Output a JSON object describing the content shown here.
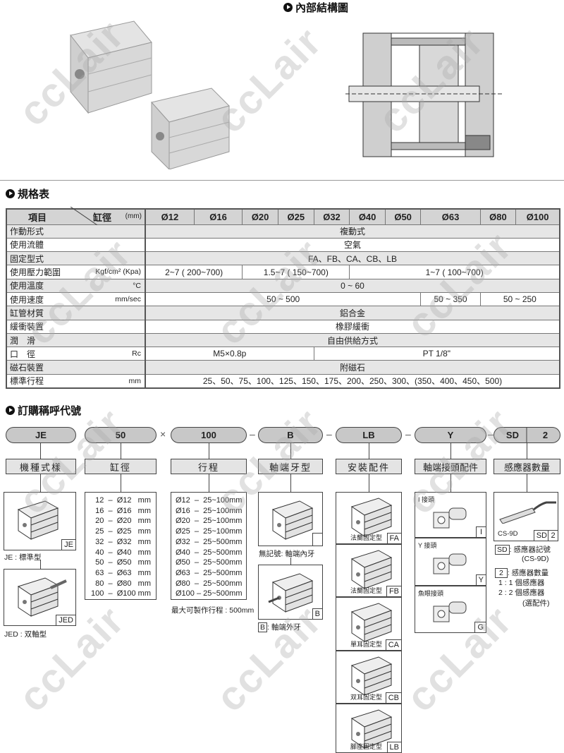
{
  "header": {
    "structure_title": "內部結構圖"
  },
  "spec": {
    "title": "規格表",
    "header_item": "項目",
    "header_bore": "缸徑",
    "header_unit": "(mm)",
    "bores": [
      "Ø12",
      "Ø16",
      "Ø20",
      "Ø25",
      "Ø32",
      "Ø40",
      "Ø50",
      "Ø63",
      "Ø80",
      "Ø100"
    ],
    "rows": {
      "action": {
        "label": "作動形式",
        "value": "複動式"
      },
      "fluid": {
        "label": "使用流體",
        "value": "空氣"
      },
      "mount": {
        "label": "固定型式",
        "value": "FA、FB、CA、CB、LB"
      },
      "pressure": {
        "label": "使用壓力範圍",
        "unit": "Kgf/cm² (Kpa)",
        "values": [
          "2~7 ( 200~700)",
          "1.5~7 ( 150~700)",
          "1~7 ( 100~700)"
        ]
      },
      "temp": {
        "label": "使用溫度",
        "unit": "°C",
        "value": "0 ~ 60"
      },
      "speed": {
        "label": "使用速度",
        "unit": "mm/sec",
        "values": [
          "50 ~ 500",
          "50 ~ 350",
          "50 ~ 250"
        ]
      },
      "material": {
        "label": "缸管材質",
        "value": "鋁合金"
      },
      "cushion": {
        "label": "緩衝裝置",
        "value": "橡膠緩衝"
      },
      "lube": {
        "label": "潤　滑",
        "value": "自由供給方式"
      },
      "port": {
        "label": "口　徑",
        "unit": "Rc",
        "values": [
          "M5×0.8p",
          "PT 1/8\""
        ]
      },
      "magnet": {
        "label": "磁石裝置",
        "value": "附磁石"
      },
      "stroke": {
        "label": "標準行程",
        "unit": "mm",
        "value": "25、50、75、100、125、150、175、200、250、300、(350、400、450、500)"
      }
    }
  },
  "order": {
    "title": "訂購稱呼代號",
    "codes": [
      "JE",
      "50",
      "100",
      "B",
      "LB",
      "Y",
      "SD",
      "2"
    ],
    "separators": [
      "×",
      "–",
      "–",
      "–",
      "–"
    ],
    "labels": [
      "機種式樣",
      "缸徑",
      "行程",
      "軸端牙型",
      "安裝配件",
      "軸端接頭配件",
      "感應器數量"
    ],
    "model": {
      "je_tag": "JE",
      "je_caption": "JE : 標準型",
      "jed_tag": "JED",
      "jed_caption": "JED : 双軸型"
    },
    "bore_list": "12  –  Ø12   mm\n16  –  Ø16   mm\n20  –  Ø20   mm\n25  –  Ø25   mm\n32  –  Ø32   mm\n40  –  Ø40   mm\n50  –  Ø50   mm\n63  –  Ø63   mm\n80  –  Ø80   mm\n100  –  Ø100 mm",
    "stroke_list": "Ø12  –  25~100mm\nØ16  –  25~100mm\nØ20  –  25~100mm\nØ25  –  25~100mm\nØ32  –  25~500mm\nØ40  –  25~500mm\nØ50  –  25~500mm\nØ63  –  25~500mm\nØ80  –  25~500mm\nØ100 – 25~500mm",
    "stroke_note": "最大可製作行程 : 500mm",
    "rod": {
      "internal_caption": "無記號: 軸端內牙",
      "external_tag": "B",
      "external_caption": ": 軸端外牙"
    },
    "mounts": [
      {
        "caption": "法蘭固定型",
        "tag": "FA"
      },
      {
        "caption": "法蘭固定型",
        "tag": "FB"
      },
      {
        "caption": "單耳固定型",
        "tag": "CA"
      },
      {
        "caption": "双耳固定型",
        "tag": "CB"
      },
      {
        "caption": "腳座固定型",
        "tag": "LB"
      }
    ],
    "joints": [
      {
        "caption": "I 接頭",
        "tag": "I"
      },
      {
        "caption": "Y 接頭",
        "tag": "Y"
      },
      {
        "caption": "魚眼接頭",
        "tag": "G"
      }
    ],
    "sensor": {
      "model": "CS-9D",
      "tag_sd": "SD",
      "tag_n": "2",
      "sd_desc": ": 感應器記號",
      "sd_model": "(CS-9D)",
      "n_desc": ": 感應器數量",
      "opt1": "1  : 1 個感應器",
      "opt2": "2  : 2 個感應器",
      "optional": "(選配件)"
    }
  },
  "watermark": "ccLair"
}
